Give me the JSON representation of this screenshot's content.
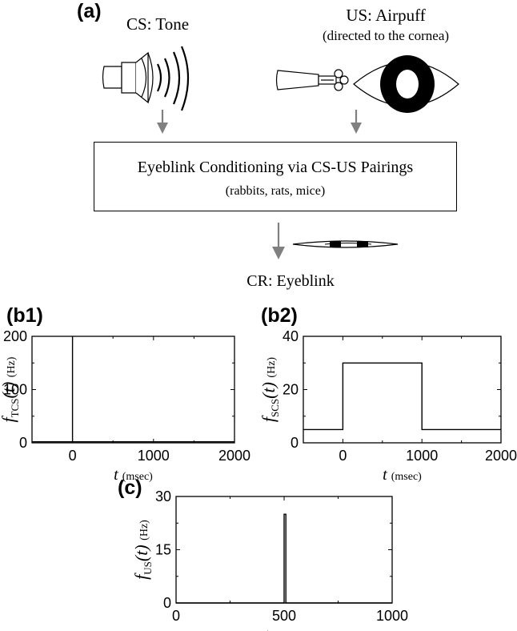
{
  "panel_a": {
    "label": "(a)",
    "cs_label": "CS: Tone",
    "us_label": "US: Airpuff",
    "us_sublabel": "(directed to the cornea)",
    "box_title": "Eyeblink Conditioning via CS-US Pairings",
    "box_subtitle": "(rabbits, rats, mice)",
    "cr_label": "CR: Eyeblink",
    "icons": [
      "speaker-icon",
      "airpuff-nozzle-icon",
      "eye-icon",
      "closed-eye-icon",
      "arrow-down-icon"
    ]
  },
  "chart_data": [
    {
      "id": "b1",
      "panel_label": "(b1)",
      "type": "line",
      "xlabel": "t",
      "xunit": "(msec)",
      "ylabel": "f",
      "ylabel_sub": "TCS",
      "ylabel_arg": "(t)",
      "yunit": "(Hz)",
      "xlim": [
        -500,
        2000
      ],
      "ylim": [
        0,
        200
      ],
      "xticks": [
        0,
        1000,
        2000
      ],
      "yticks": [
        0,
        100,
        200
      ],
      "series": [
        {
          "x": [
            -500,
            0,
            0,
            0,
            2000
          ],
          "y": [
            2,
            2,
            200,
            2,
            2
          ]
        }
      ]
    },
    {
      "id": "b2",
      "panel_label": "(b2)",
      "type": "line",
      "xlabel": "t",
      "xunit": "(msec)",
      "ylabel": "f",
      "ylabel_sub": "SCS",
      "ylabel_arg": "(t)",
      "yunit": "(Hz)",
      "xlim": [
        -500,
        2000
      ],
      "ylim": [
        0,
        40
      ],
      "xticks": [
        0,
        1000,
        2000
      ],
      "yticks": [
        0,
        20,
        40
      ],
      "series": [
        {
          "x": [
            -500,
            0,
            0,
            1000,
            1000,
            2000
          ],
          "y": [
            5,
            5,
            30,
            30,
            5,
            5
          ]
        }
      ]
    },
    {
      "id": "c",
      "panel_label": "(c)",
      "type": "line",
      "xlabel": "t",
      "xunit": "(msec)",
      "ylabel": "f",
      "ylabel_sub": "US",
      "ylabel_arg": "(t)",
      "yunit": "(Hz)",
      "xlim": [
        0,
        1000
      ],
      "ylim": [
        0,
        30
      ],
      "xticks": [
        0,
        500,
        1000
      ],
      "yticks": [
        0,
        15,
        30
      ],
      "series": [
        {
          "x": [
            0,
            500,
            500,
            508,
            508,
            1000
          ],
          "y": [
            0,
            0,
            25,
            25,
            0,
            0
          ]
        }
      ]
    }
  ]
}
